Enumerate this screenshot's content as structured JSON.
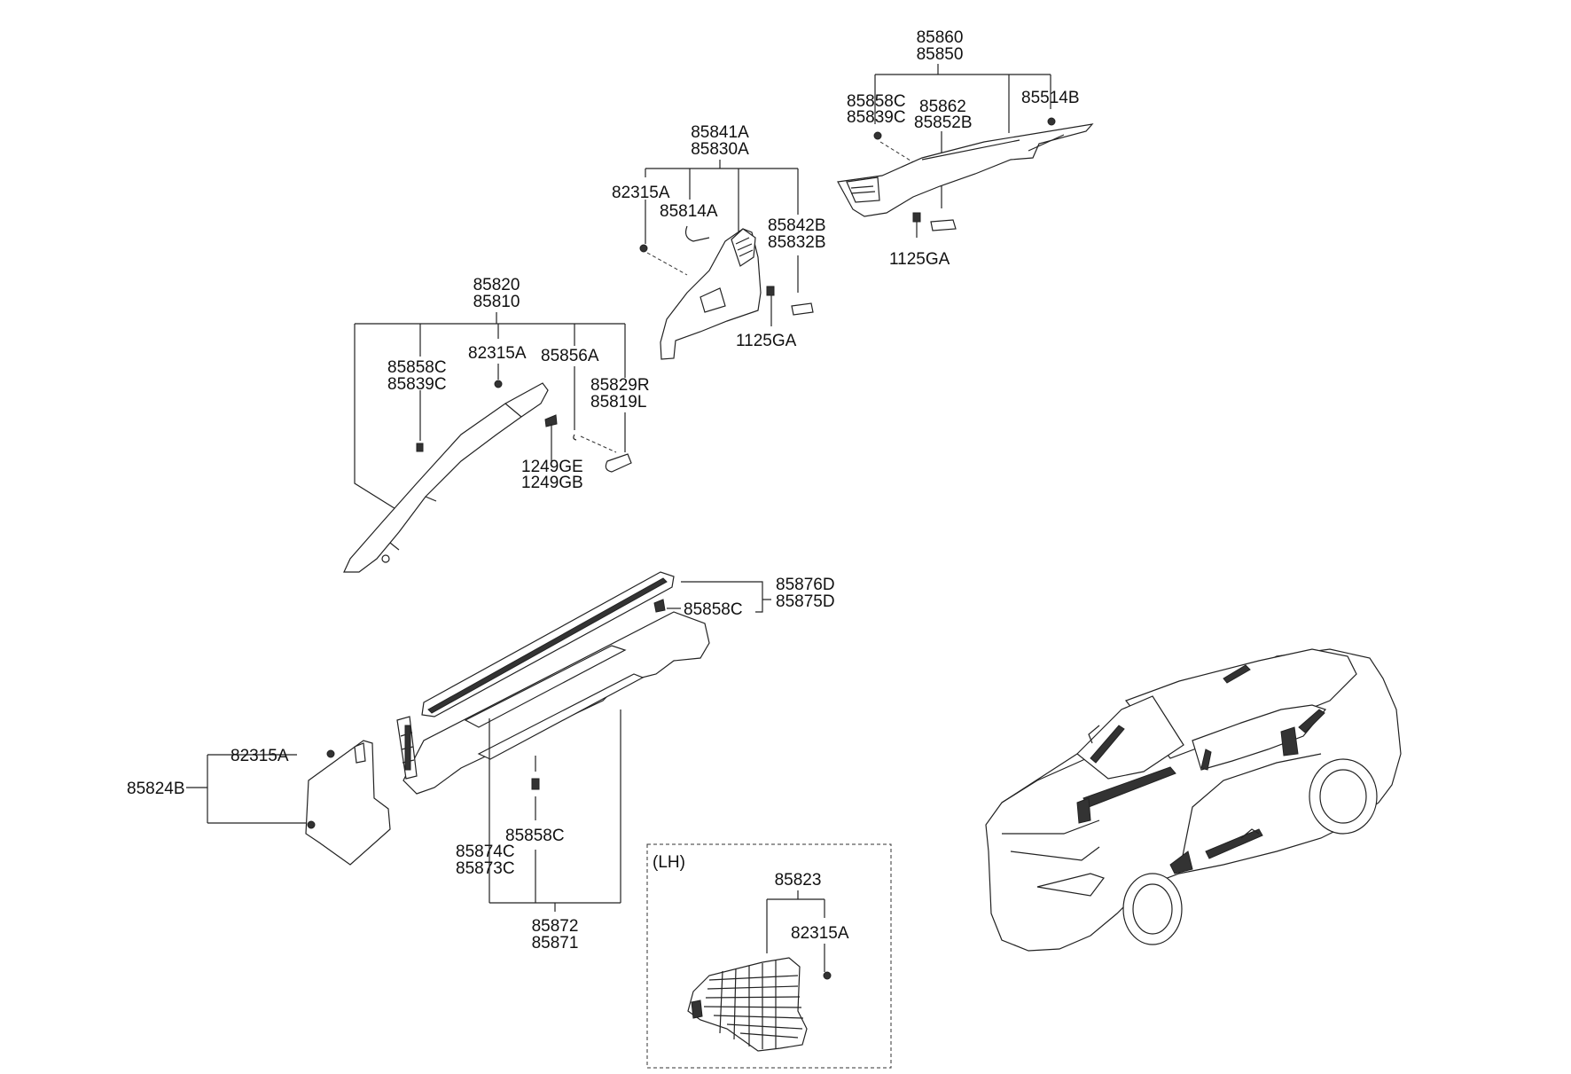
{
  "labels": {
    "p85860": "85860",
    "p85850": "85850",
    "p85858C_top": "85858C",
    "p85839C_top": "85839C",
    "p85862": "85862",
    "p85852B": "85852B",
    "p85514B": "85514B",
    "p1125GA_top": "1125GA",
    "p85841A": "85841A",
    "p85830A": "85830A",
    "p82315A_mid": "82315A",
    "p85814A": "85814A",
    "p85842B": "85842B",
    "p85832B": "85832B",
    "p1125GA_mid": "1125GA",
    "p85820": "85820",
    "p85810": "85810",
    "p85858C_left": "85858C",
    "p85839C_left": "85839C",
    "p82315A_left": "82315A",
    "p85856A": "85856A",
    "p85829R": "85829R",
    "p85819L": "85819L",
    "p1249GE": "1249GE",
    "p1249GB": "1249GB",
    "p85876D": "85876D",
    "p85875D": "85875D",
    "p85858C_sill": "85858C",
    "p82315A_kick": "82315A",
    "p85824B": "85824B",
    "p85858C_low": "85858C",
    "p85874C": "85874C",
    "p85873C": "85873C",
    "p85872": "85872",
    "p85871": "85871",
    "lh": "(LH)",
    "p85823": "85823",
    "p82315A_lh": "82315A"
  },
  "colors": {
    "line": "#222222",
    "background": "#ffffff"
  }
}
